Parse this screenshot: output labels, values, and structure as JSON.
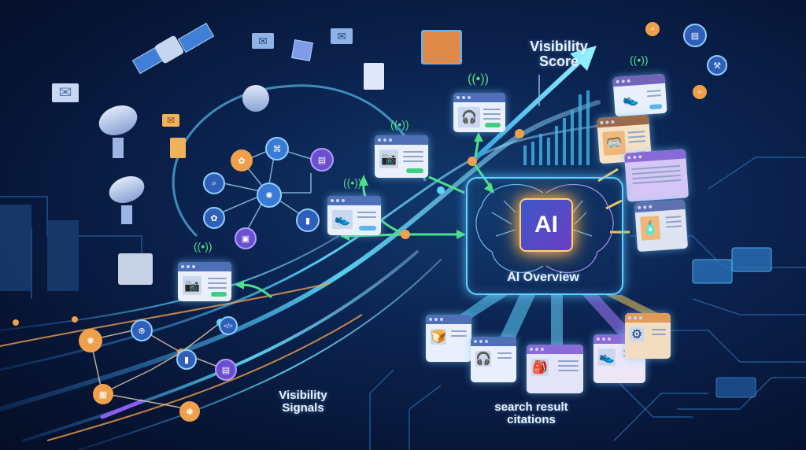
{
  "labels": {
    "visibility_score": "Visibility Score",
    "visibility_signals": "Visibility Signals",
    "ai_overview": "AI Overview",
    "ai_chip": "AI",
    "search_result_citations": "search result citations"
  },
  "colors": {
    "background": "#0b2350",
    "glow_cyan": "#5fd3ff",
    "accent_orange": "#f0a04b",
    "accent_purple": "#8a5cf0",
    "arrow_green": "#4fe08a",
    "arrow_yellow": "#f7c35a"
  },
  "icons": {
    "camera": "📷",
    "headphones": "🎧",
    "shoe": "👟",
    "vr": "🥽",
    "envelope": "✉",
    "document": "📄",
    "chart": "📊",
    "wifi": "📶"
  },
  "left_cards": [
    {
      "icon": "📷",
      "name": "camera-card-top"
    },
    {
      "icon": "👟",
      "name": "shoe-card"
    },
    {
      "icon": "📷",
      "name": "camera-card-bottom"
    },
    {
      "icon": "🎧",
      "name": "headphones-card"
    }
  ],
  "right_cards": [
    {
      "icon": "👟",
      "name": "shoe-card"
    },
    {
      "icon": "🥽",
      "name": "vr-card"
    },
    {
      "icon": "",
      "name": "text-card"
    },
    {
      "icon": "🧴",
      "name": "product-card"
    }
  ],
  "citation_cards": [
    {
      "icon": "🍞",
      "name": "citation-card-1"
    },
    {
      "icon": "🎧",
      "name": "citation-card-2"
    },
    {
      "icon": "🎒",
      "name": "citation-card-3"
    },
    {
      "icon": "👟",
      "name": "citation-card-4"
    },
    {
      "icon": "⚙",
      "name": "citation-card-5"
    }
  ]
}
